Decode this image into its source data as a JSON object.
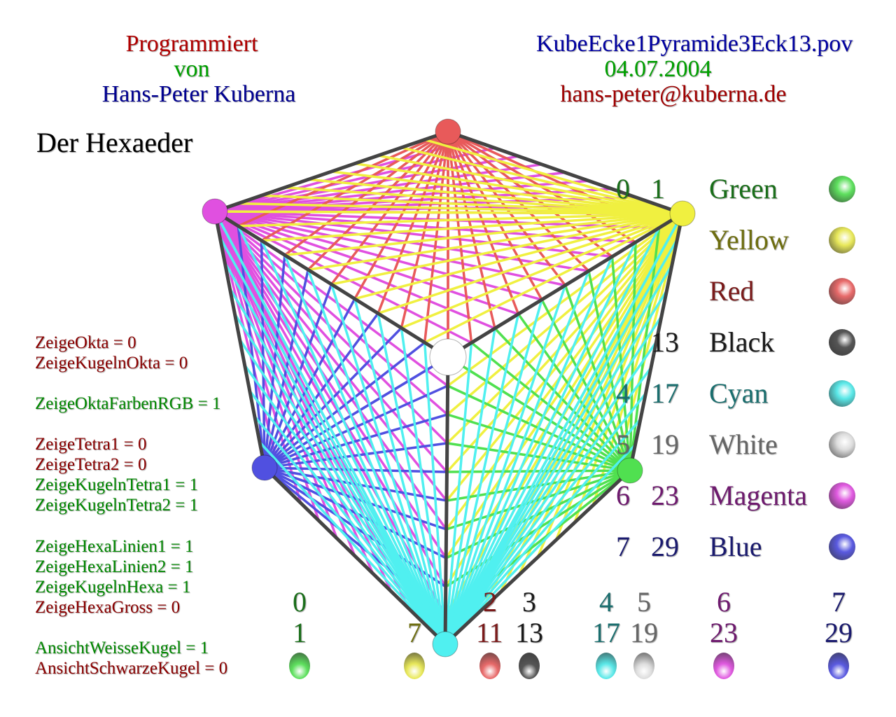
{
  "header_left": {
    "line1": "Programmiert",
    "line2": "von",
    "line3": "Hans-Peter Kuberna"
  },
  "header_right": {
    "file": "KubeEcke1Pyramide3Eck13.pov",
    "date": "04.07.2004",
    "email": "hans-peter@kuberna.de"
  },
  "title": "Der Hexaeder",
  "params": [
    {
      "text": "ZeigeOkta = 0",
      "color": "#8b0000"
    },
    {
      "text": "ZeigeKugelnOkta = 0",
      "color": "#8b0000"
    },
    {
      "text": "ZeigeOktaFarbenRGB = 1",
      "color": "#008800"
    },
    {
      "text": "ZeigeTetra1 = 0",
      "color": "#8b0000"
    },
    {
      "text": "ZeigeTetra2 = 0",
      "color": "#8b0000"
    },
    {
      "text": "ZeigeKugelnTetra1 = 1",
      "color": "#008800"
    },
    {
      "text": "ZeigeKugelnTetra2 = 1",
      "color": "#008800"
    },
    {
      "text": "ZeigeHexaLinien1 = 1",
      "color": "#008800"
    },
    {
      "text": "ZeigeHexaLinien2 = 1",
      "color": "#008800"
    },
    {
      "text": "ZeigeKugelnHexa = 1",
      "color": "#008800"
    },
    {
      "text": "ZeigeHexaGross = 0",
      "color": "#8b0000"
    },
    {
      "text": "AnsichtWeisseKugel = 1",
      "color": "#008800"
    },
    {
      "text": "AnsichtSchwarzeKugel = 0",
      "color": "#8b0000"
    }
  ],
  "legend": [
    {
      "index": "0",
      "prime": "1",
      "name": "Green",
      "color": "#1a6e1a",
      "ball": "#5ee05e"
    },
    {
      "index": "",
      "prime": "",
      "name": "Yellow",
      "color": "#6e6e10",
      "ball": "#e8e85a"
    },
    {
      "index": "",
      "prime": "",
      "name": "Red",
      "color": "#7a1a1a",
      "ball": "#e86a6a"
    },
    {
      "index": "",
      "prime": "13",
      "name": "Black",
      "color": "#1a1a1a",
      "ball": "#555555"
    },
    {
      "index": "4",
      "prime": "17",
      "name": "Cyan",
      "color": "#1a6e6e",
      "ball": "#5ae8e8"
    },
    {
      "index": "5",
      "prime": "19",
      "name": "White",
      "color": "#666666",
      "ball": "#dddddd"
    },
    {
      "index": "6",
      "prime": "23",
      "name": "Magenta",
      "color": "#6e1a6e",
      "ball": "#e05ae0"
    },
    {
      "index": "7",
      "prime": "29",
      "name": "Blue",
      "color": "#1a1a6e",
      "ball": "#5a5ae0"
    }
  ],
  "bottom_row": [
    {
      "index": "0",
      "prime": "1",
      "color": "#1a6e1a",
      "ball": "#5ee05e"
    },
    {
      "index": "",
      "prime": "7",
      "color": "#6e6e10",
      "ball": "#e8e85a"
    },
    {
      "index": "2",
      "prime": "11",
      "color": "#7a1a1a",
      "ball": "#e86a6a"
    },
    {
      "index": "3",
      "prime": "13",
      "color": "#1a1a1a",
      "ball": "#555555"
    },
    {
      "index": "4",
      "prime": "17",
      "color": "#1a6e6e",
      "ball": "#5ae8e8"
    },
    {
      "index": "5",
      "prime": "19",
      "color": "#666666",
      "ball": "#dddddd"
    },
    {
      "index": "6",
      "prime": "23",
      "color": "#6e1a6e",
      "ball": "#e05ae0"
    },
    {
      "index": "7",
      "prime": "29",
      "color": "#1a1a6e",
      "ball": "#5a5ae0"
    }
  ],
  "vertex_colors": {
    "top": "#e85a5a",
    "ul": "#e050e0",
    "ur": "#f0f040",
    "ll": "#5050e0",
    "lr": "#50e050",
    "bottom": "#50f0f0",
    "center": "#ffffff"
  }
}
